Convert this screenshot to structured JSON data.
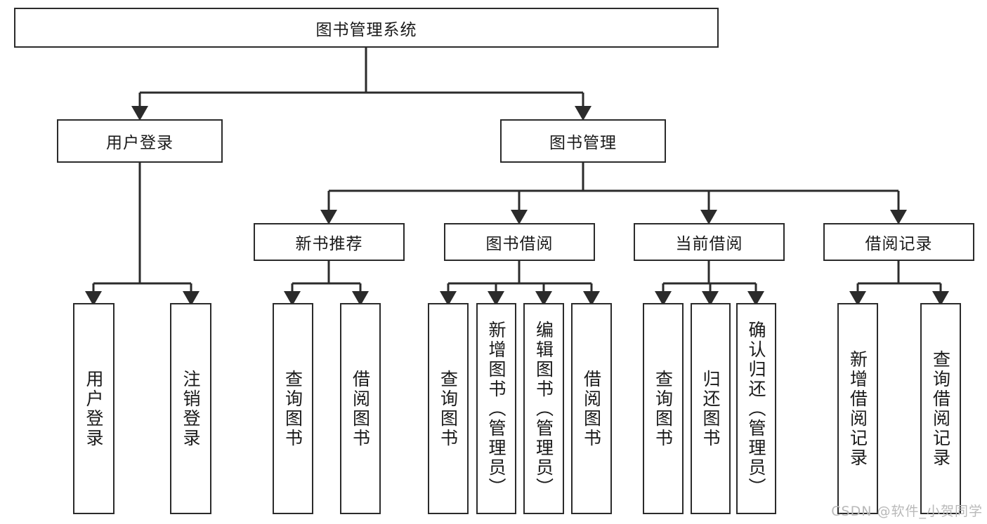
{
  "diagram": {
    "title": "图书管理系统",
    "type": "tree",
    "root": {
      "label": "图书管理系统"
    },
    "level1": [
      {
        "label": "用户登录"
      },
      {
        "label": "图书管理"
      }
    ],
    "level2": [
      {
        "label": "新书推荐"
      },
      {
        "label": "图书借阅"
      },
      {
        "label": "当前借阅"
      },
      {
        "label": "借阅记录"
      }
    ],
    "leaves": {
      "user_login": [
        {
          "label": "用户登录"
        },
        {
          "label": "注销登录"
        }
      ],
      "new_book_recommend": [
        {
          "label": "查询图书"
        },
        {
          "label": "借阅图书"
        }
      ],
      "book_borrow": [
        {
          "label": "查询图书"
        },
        {
          "label": "新增图书（管理员）"
        },
        {
          "label": "编辑图书（管理员）"
        },
        {
          "label": "借阅图书"
        }
      ],
      "current_borrow": [
        {
          "label": "查询图书"
        },
        {
          "label": "归还图书"
        },
        {
          "label": "确认归还（管理员）"
        }
      ],
      "borrow_record": [
        {
          "label": "新增借阅记录"
        },
        {
          "label": "查询借阅记录"
        }
      ]
    }
  },
  "watermark": {
    "text": "CSDN @软件_小贺同学"
  },
  "colors": {
    "stroke": "#2b2b2b",
    "background": "#ffffff",
    "text": "#1a1a1a",
    "watermark": "#b9b9b9"
  }
}
